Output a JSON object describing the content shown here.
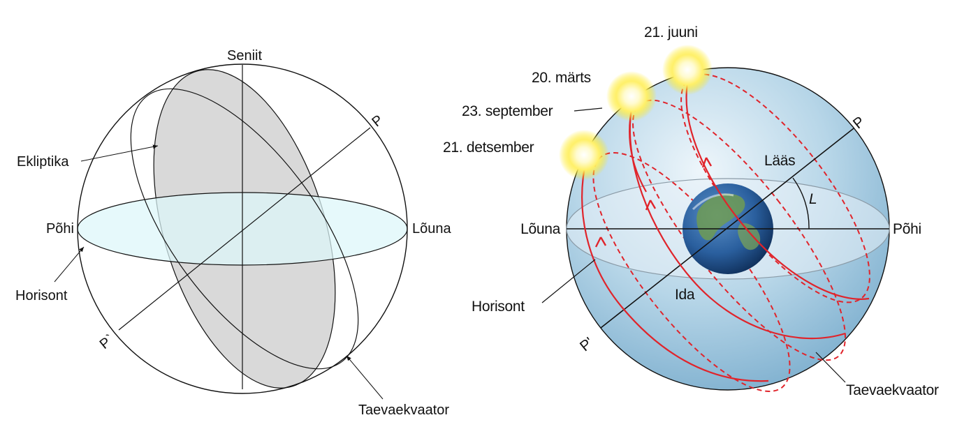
{
  "left_diagram": {
    "labels": {
      "zenith": "Seniit",
      "north": "Põhi",
      "south": "Lõuna",
      "pole": "P",
      "pole_south": "P`",
      "ecliptic": "Ekliptika",
      "horizon": "Horisont",
      "celestial_equator": "Taevaekvaator"
    },
    "colors": {
      "horizon_fill": "#ddf7fa",
      "ecliptic_fill": "#d9d9d9",
      "lines": "#111111"
    }
  },
  "right_diagram": {
    "labels": {
      "june": "21. juuni",
      "march": "20. märts",
      "september": "23. september",
      "december": "21. detsember",
      "pole": "P",
      "pole_south": "P'",
      "west": "Lääs",
      "latitude": "L",
      "south": "Lõuna",
      "north": "Põhi",
      "east": "Ida",
      "horizon": "Horisont",
      "celestial_equator": "Taevaekvaator"
    },
    "colors": {
      "sphere": "#a9cfe3",
      "sun_paths": "#e0242b",
      "sun": "#ffe94a",
      "earth_ocean": "#2a5f9e",
      "earth_land": "#5e8a4a"
    }
  }
}
